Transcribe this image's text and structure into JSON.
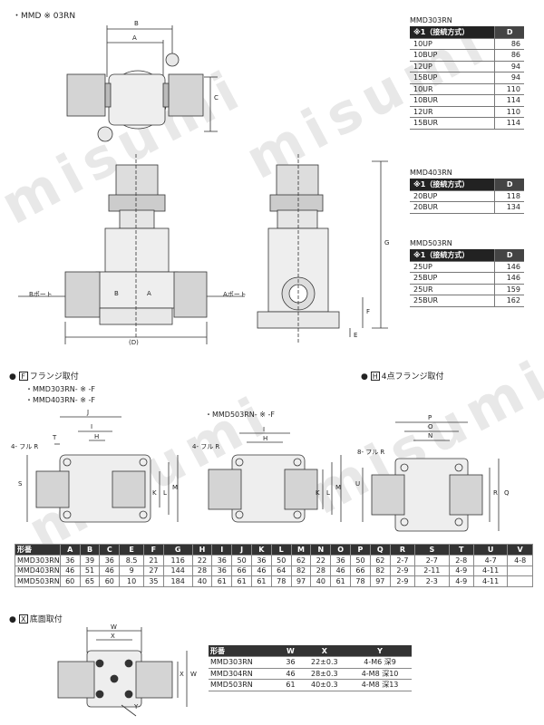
{
  "watermark": "misumi",
  "main": {
    "title": "・MMD ※ 03RN",
    "dims_top": [
      "B",
      "A",
      "C"
    ],
    "dims_front": [
      "Bポート",
      "B",
      "A",
      "Aポート",
      "(D)"
    ],
    "dims_side": [
      "G",
      "F",
      "E"
    ]
  },
  "tables": [
    {
      "title": "MMD303RN",
      "header": [
        "※1（接続方式）",
        "D"
      ],
      "rows": [
        [
          "10UP",
          "86"
        ],
        [
          "10BUP",
          "86"
        ],
        [
          "12UP",
          "94"
        ],
        [
          "15BUP",
          "94"
        ],
        [
          "10UR",
          "110"
        ],
        [
          "10BUR",
          "114"
        ],
        [
          "12UR",
          "110"
        ],
        [
          "15BUR",
          "114"
        ]
      ]
    },
    {
      "title": "MMD403RN",
      "header": [
        "※1（接続方式）",
        "D"
      ],
      "rows": [
        [
          "20BUP",
          "118"
        ],
        [
          "20BUR",
          "134"
        ]
      ]
    },
    {
      "title": "MMD503RN",
      "header": [
        "※1（接続方式）",
        "D"
      ],
      "rows": [
        [
          "25UP",
          "146"
        ],
        [
          "25BUP",
          "146"
        ],
        [
          "25UR",
          "159"
        ],
        [
          "25BUR",
          "162"
        ]
      ]
    }
  ],
  "flange": {
    "heading_box": "F",
    "heading": "フランジ取付",
    "sub1": "・MMD303RN- ※ -F",
    "sub2": "・MMD403RN- ※ -F",
    "sub3": "・MMD503RN- ※ -F",
    "hole_label": "4- フル R",
    "dims": [
      "J",
      "I",
      "H",
      "T",
      "S",
      "K",
      "L",
      "M"
    ]
  },
  "flange4": {
    "heading_box": "H",
    "heading": "4点フランジ取付",
    "hole_label": "8- フル R",
    "dims": [
      "P",
      "O",
      "N",
      "U",
      "Q",
      "R"
    ]
  },
  "dim_table": {
    "header": [
      "形番",
      "A",
      "B",
      "C",
      "E",
      "F",
      "G",
      "H",
      "I",
      "J",
      "K",
      "L",
      "M",
      "N",
      "O",
      "P",
      "Q",
      "R",
      "S",
      "T",
      "U",
      "V"
    ],
    "rows": [
      [
        "MMD303RN",
        "36",
        "39",
        "36",
        "8.5",
        "21",
        "116",
        "22",
        "36",
        "50",
        "36",
        "50",
        "62",
        "22",
        "36",
        "50",
        "62",
        "2-7",
        "2-7",
        "2-8",
        "4-7",
        "4-8"
      ],
      [
        "MMD403RN",
        "46",
        "51",
        "46",
        "9",
        "27",
        "144",
        "28",
        "36",
        "66",
        "46",
        "64",
        "82",
        "28",
        "46",
        "66",
        "82",
        "2-9",
        "2-11",
        "4-9",
        "4-11",
        ""
      ],
      [
        "MMD503RN",
        "60",
        "65",
        "60",
        "10",
        "35",
        "184",
        "40",
        "61",
        "61",
        "61",
        "78",
        "97",
        "40",
        "61",
        "78",
        "97",
        "2-9",
        "2-3",
        "4-9",
        "4-11",
        ""
      ]
    ]
  },
  "panel": {
    "heading_box": "X",
    "heading": "底面取付",
    "dims": [
      "W",
      "X",
      "W",
      "X",
      "Y"
    ]
  },
  "panel_table": {
    "header": [
      "形番",
      "W",
      "X",
      "Y"
    ],
    "rows": [
      [
        "MMD303RN",
        "36",
        "22±0.3",
        "4-M6 深9"
      ],
      [
        "MMD304RN",
        "46",
        "28±0.3",
        "4-M8 深10"
      ],
      [
        "MMD503RN",
        "61",
        "40±0.3",
        "4-M8 深13"
      ]
    ]
  }
}
